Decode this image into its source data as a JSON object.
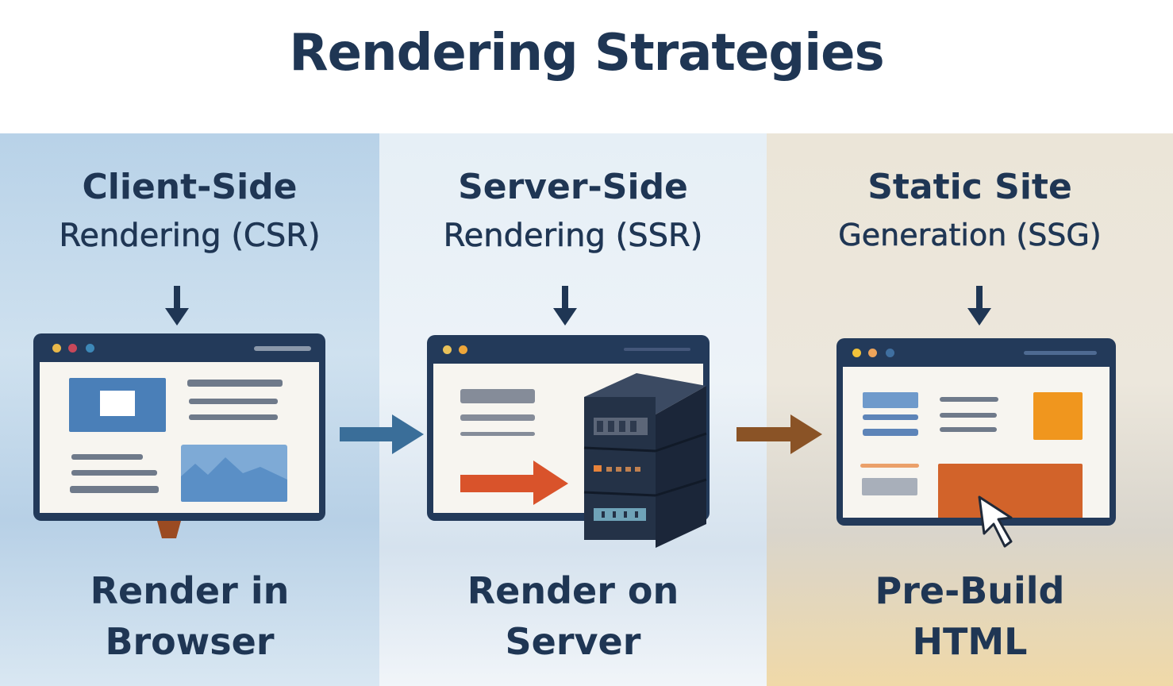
{
  "title": "Rendering Strategies",
  "colors": {
    "navy": "#1f3654",
    "csr_blue": "#4a7fb8",
    "ssr_red": "#d9532b",
    "ssg_orange": "#f0961e",
    "ssg_button": "#d2632a"
  },
  "panels": [
    {
      "id": "csr",
      "heading_line1": "Client-Side",
      "heading_line2": "Rendering (CSR)",
      "footer_line1": "Render in",
      "footer_line2": "Browser",
      "icon": "browser-window-icon"
    },
    {
      "id": "ssr",
      "heading_line1": "Server-Side",
      "heading_line2": "Rendering (SSR)",
      "footer_line1": "Render on",
      "footer_line2": "Server",
      "icon": "server-rack-icon"
    },
    {
      "id": "ssg",
      "heading_line1": "Static Site",
      "heading_line2": "Generation (SSG)",
      "footer_line1": "Pre-Build",
      "footer_line2": "HTML",
      "icon": "cursor-pointer-icon"
    }
  ],
  "connectors": [
    {
      "from": "csr",
      "to": "ssr",
      "color": "#3a6e99"
    },
    {
      "from": "ssr",
      "to": "ssg",
      "color": "#8a5326"
    }
  ]
}
